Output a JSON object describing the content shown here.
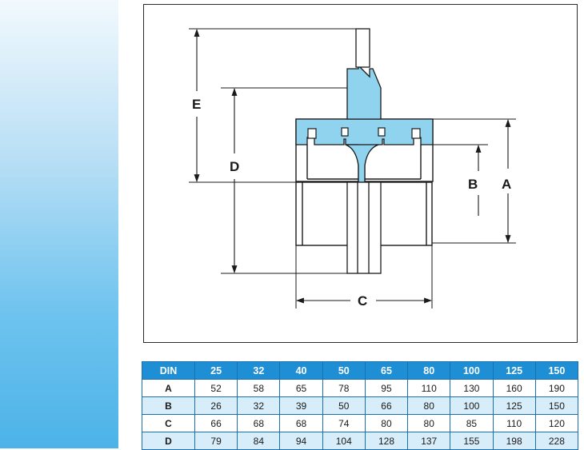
{
  "colors": {
    "accent": "#1e8fd4",
    "fluid_fill": "#8fd3ef",
    "row_shade": "#d7edf9",
    "sidebar_gradient": [
      "#f2f9fd",
      "#4cb3e8"
    ]
  },
  "drawing": {
    "dimension_labels": {
      "a": "A",
      "b": "B",
      "c": "C",
      "d": "D",
      "e": "E"
    }
  },
  "table": {
    "headers": [
      "DIN",
      "25",
      "32",
      "40",
      "50",
      "65",
      "80",
      "100",
      "125",
      "150"
    ],
    "rows": [
      {
        "key": "A",
        "values": [
          "52",
          "58",
          "65",
          "78",
          "95",
          "110",
          "130",
          "160",
          "190"
        ]
      },
      {
        "key": "B",
        "values": [
          "26",
          "32",
          "39",
          "50",
          "66",
          "80",
          "100",
          "125",
          "150"
        ]
      },
      {
        "key": "C",
        "values": [
          "66",
          "68",
          "68",
          "74",
          "80",
          "80",
          "85",
          "110",
          "120"
        ]
      },
      {
        "key": "D",
        "values": [
          "79",
          "84",
          "94",
          "104",
          "128",
          "137",
          "155",
          "198",
          "228"
        ]
      }
    ]
  }
}
